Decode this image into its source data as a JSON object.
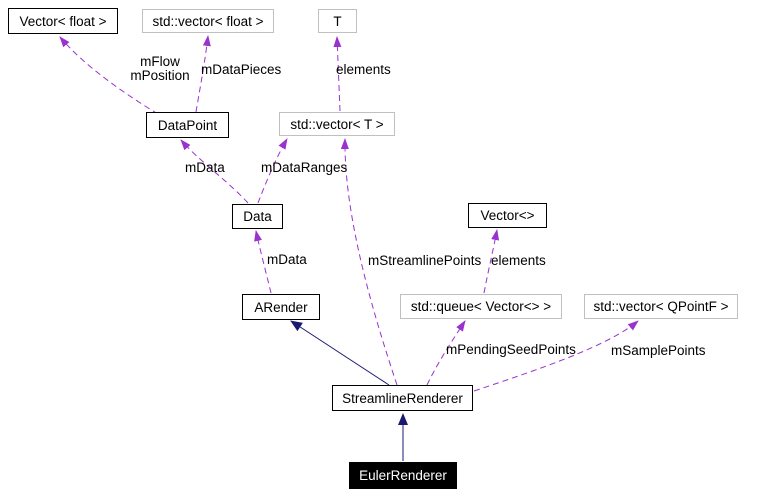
{
  "diagram": {
    "kind": "class-collaboration-graph",
    "colors": {
      "usage_edge": "#9a32cd",
      "inheritance_edge": "#191970",
      "documented_border": "#000000",
      "external_border": "#c0c0c0",
      "focus_fill": "#000000",
      "focus_text": "#ffffff",
      "background": "#ffffff"
    },
    "nodes": {
      "vector_float": {
        "label": "Vector< float >"
      },
      "std_vector_float": {
        "label": "std::vector< float >"
      },
      "t": {
        "label": "T"
      },
      "datapoint": {
        "label": "DataPoint"
      },
      "std_vector_t": {
        "label": "std::vector< T >"
      },
      "data": {
        "label": "Data"
      },
      "vector_generic": {
        "label": "Vector<>"
      },
      "arender": {
        "label": "ARender"
      },
      "std_queue_vector": {
        "label": "std::queue< Vector<> >"
      },
      "std_vector_qpointf": {
        "label": "std::vector< QPointF >"
      },
      "streamline_renderer": {
        "label": "StreamlineRenderer"
      },
      "euler_renderer": {
        "label": "EulerRenderer"
      }
    },
    "edges": {
      "datapoint_to_vector_float": {
        "type": "usage",
        "from": "DataPoint",
        "to": "Vector< float >",
        "label_line1": "mFlow",
        "label_line2": "mPosition"
      },
      "datapoint_to_std_vector_float": {
        "type": "usage",
        "from": "DataPoint",
        "to": "std::vector< float >",
        "label": "mDataPieces"
      },
      "std_vector_t_to_t": {
        "type": "usage",
        "from": "std::vector< T >",
        "to": "T",
        "label": "elements"
      },
      "data_to_datapoint": {
        "type": "usage",
        "from": "Data",
        "to": "DataPoint",
        "label": "mData"
      },
      "data_to_std_vector_t": {
        "type": "usage",
        "from": "Data",
        "to": "std::vector< T >",
        "label": "mDataRanges"
      },
      "arender_to_data": {
        "type": "usage",
        "from": "ARender",
        "to": "Data",
        "label": "mData"
      },
      "streamline_to_arender": {
        "type": "inheritance",
        "from": "StreamlineRenderer",
        "to": "ARender"
      },
      "streamline_to_std_vector_t": {
        "type": "usage",
        "from": "StreamlineRenderer",
        "to": "std::vector< T >",
        "label": "mStreamlinePoints"
      },
      "std_queue_to_vector_generic": {
        "type": "usage",
        "from": "std::queue< Vector<> >",
        "to": "Vector<>",
        "label": "elements"
      },
      "streamline_to_std_queue": {
        "type": "usage",
        "from": "StreamlineRenderer",
        "to": "std::queue< Vector<> >",
        "label": "mPendingSeedPoints"
      },
      "streamline_to_std_vector_qpointf": {
        "type": "usage",
        "from": "StreamlineRenderer",
        "to": "std::vector< QPointF >",
        "label": "mSamplePoints"
      },
      "euler_to_streamline": {
        "type": "inheritance",
        "from": "EulerRenderer",
        "to": "StreamlineRenderer"
      }
    }
  }
}
